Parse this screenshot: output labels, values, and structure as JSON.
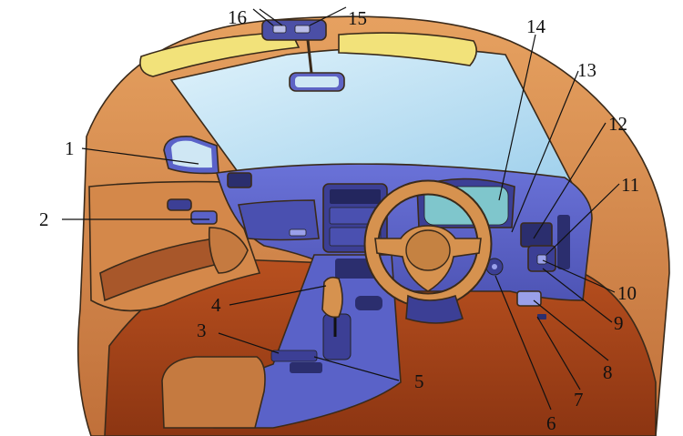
{
  "figure": {
    "subject": "car-interior-dashboard",
    "callouts": [
      {
        "id": "1",
        "label": "1"
      },
      {
        "id": "2",
        "label": "2"
      },
      {
        "id": "3",
        "label": "3"
      },
      {
        "id": "4",
        "label": "4"
      },
      {
        "id": "5",
        "label": "5"
      },
      {
        "id": "6",
        "label": "6"
      },
      {
        "id": "7",
        "label": "7"
      },
      {
        "id": "8",
        "label": "8"
      },
      {
        "id": "9",
        "label": "9"
      },
      {
        "id": "10",
        "label": "10"
      },
      {
        "id": "11",
        "label": "11"
      },
      {
        "id": "12",
        "label": "12"
      },
      {
        "id": "13",
        "label": "13"
      },
      {
        "id": "14",
        "label": "14"
      },
      {
        "id": "15",
        "label": "15"
      },
      {
        "id": "16",
        "label": "16"
      }
    ],
    "colors": {
      "upholstery": "#d4884a",
      "upholstery_dark": "#a8572a",
      "carpet": "#a8461c",
      "dashboard": "#5a62c8",
      "dashboard_dark": "#3c3f95",
      "windshield": "#bfe2f4",
      "sun_visor": "#f2e27a",
      "steering_wheel": "#d6924f"
    }
  }
}
